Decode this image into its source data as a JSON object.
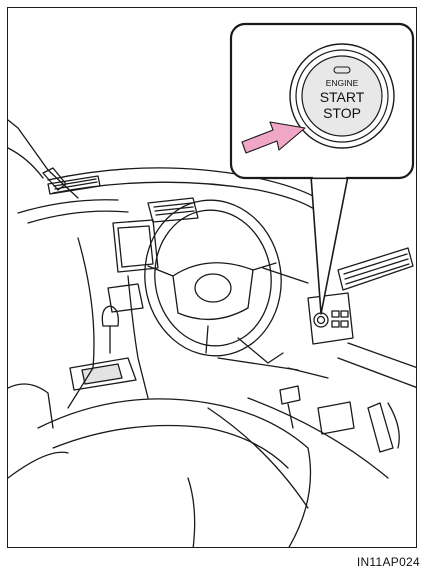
{
  "button": {
    "line1": "ENGINE",
    "line2": "START",
    "line3": "STOP"
  },
  "figure_code": "IN11AP024",
  "colors": {
    "arrow": "#f0a6c6",
    "outline": "#1a1a1a",
    "button_face": "#e8e8e8"
  },
  "icons": [
    "pink-arrow-icon",
    "engine-switch-icon"
  ]
}
